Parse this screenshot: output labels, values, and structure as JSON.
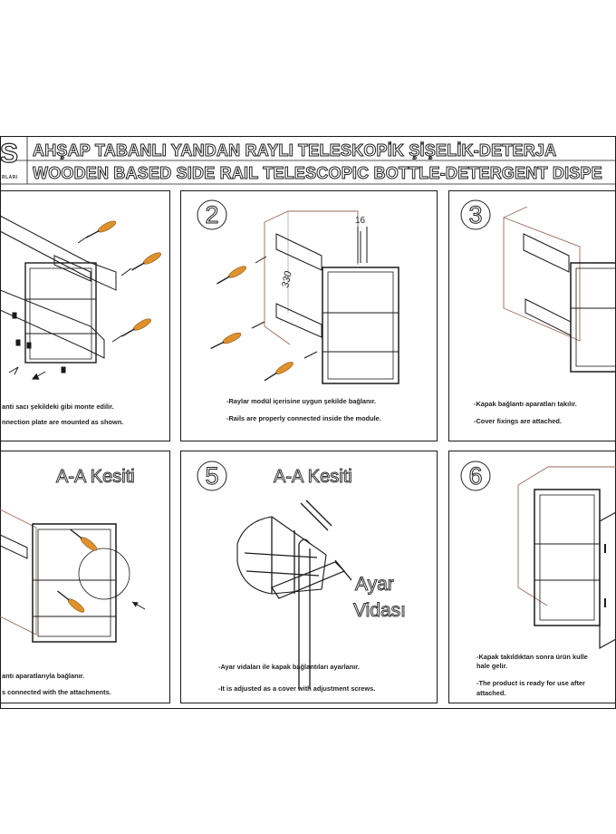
{
  "header": {
    "logo_letter": "S",
    "logo_sub": "RLARI",
    "title_tr": "AHŞAP TABANLI YANDAN RAYLI TELESKOPİK ŞİŞELİK-DETERJA",
    "title_en": "WOODEN BASED SIDE RAIL TELESCOPIC BOTTLE-DETERGENT DISPE"
  },
  "steps": [
    {
      "number": "",
      "caption_tr": "anti sacı şekildeki gibi monte edilir.",
      "caption_en": "nnection plate are mounted as shown."
    },
    {
      "number": "2",
      "caption_tr": "-Raylar modül içerisine uygun şekilde bağlanır.",
      "caption_en": "-Rails are properly connected inside the module.",
      "dim_top": "16",
      "dim_side": "330"
    },
    {
      "number": "3",
      "caption_tr": "-Kapak bağlantı aparatları takılır.",
      "caption_en": "-Cover fixings are attached."
    },
    {
      "number": "",
      "caption_tr": "antı aparatlarıyla bağlanır.",
      "caption_en": "s connected with the attachments.",
      "section_label": "A-A Kesiti"
    },
    {
      "number": "5",
      "caption_tr": "-Ayar vidaları ile kapak bağlantıları ayarlanır.",
      "caption_en": "-It is adjusted as a cover with adjustment screws.",
      "section_label": "A-A Kesiti",
      "callout_1": "Ayar",
      "callout_2": "Vidası"
    },
    {
      "number": "6",
      "caption_tr_1": "-Kapak takıldıktan sonra ürün kulle",
      "caption_tr_2": "hale gelir.",
      "caption_en_1": "-The product is ready for use after",
      "caption_en_2": "attached."
    }
  ],
  "colors": {
    "line": "#1a1a1a",
    "accent": "#e0912c",
    "frame": "#9a6a5a"
  }
}
